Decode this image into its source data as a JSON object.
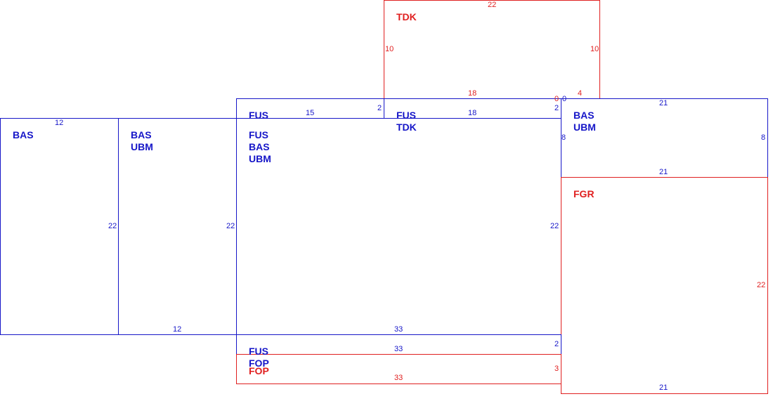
{
  "colors": {
    "blue": "#1616c8",
    "red": "#e02020"
  },
  "panels": {
    "tdk_top": {
      "labels": [
        "TDK"
      ],
      "dims": {
        "top": "22",
        "left": "10",
        "right": "10",
        "bottom": "18",
        "bottom_right": "4",
        "corner_zero": "0"
      }
    },
    "fus_small": {
      "labels": [
        "FUS"
      ],
      "dims": {
        "bottom": "15",
        "corner": "2"
      }
    },
    "fus_tdk": {
      "labels": [
        "FUS",
        "TDK"
      ],
      "dims": {
        "top": "18",
        "corner": "2"
      }
    },
    "bas_ubm_right": {
      "labels": [
        "BAS",
        "UBM"
      ],
      "dims": {
        "top": "21",
        "left": "8",
        "right": "8",
        "bottom": "21",
        "corner_zero": "0"
      }
    },
    "bas_left": {
      "labels": [
        "BAS"
      ],
      "dims": {
        "top": "12",
        "right": "22"
      }
    },
    "bas_ubm_left": {
      "labels": [
        "BAS",
        "UBM"
      ],
      "dims": {
        "right": "22",
        "bottom": "12"
      }
    },
    "fus_bas_ubm": {
      "labels": [
        "FUS",
        "BAS",
        "UBM"
      ],
      "dims": {
        "right": "22",
        "bottom": "33"
      }
    },
    "fgr": {
      "labels": [
        "FGR"
      ],
      "dims": {
        "right": "22",
        "bottom": "21"
      }
    },
    "fus_fop": {
      "labels": [
        "FUS",
        "FOP"
      ],
      "dims": {
        "top": "33",
        "corner": "2"
      }
    },
    "fop_red": {
      "labels": [
        "FOP"
      ],
      "dims": {
        "corner": "3",
        "bottom": "33"
      }
    }
  }
}
